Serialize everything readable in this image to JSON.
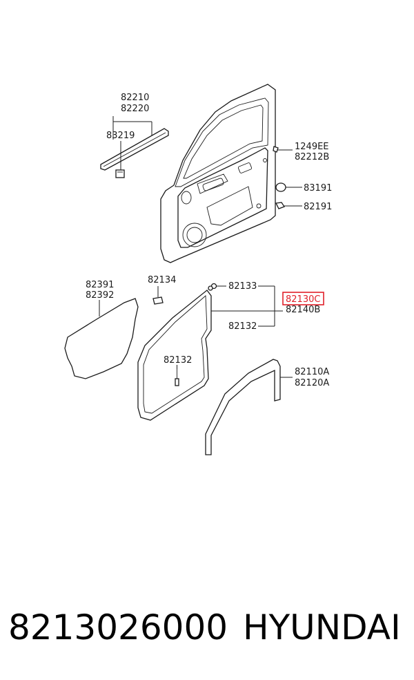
{
  "labels": {
    "l82210": "82210",
    "l82220": "82220",
    "l83219": "83219",
    "l1249EE": "1249EE",
    "l82212B": "82212B",
    "l83191": "83191",
    "l82191": "82191",
    "l82391": "82391",
    "l82392": "82392",
    "l82134": "82134",
    "l82133": "82133",
    "l82130C": "82130C",
    "l82140B": "82140B",
    "l82132a": "82132",
    "l82132b": "82132",
    "l82110A": "82110A",
    "l82120A": "82120A"
  },
  "highlight_color": "#e0202a",
  "footer": {
    "part_number": "8213026000",
    "brand": "HYUNDAI"
  }
}
